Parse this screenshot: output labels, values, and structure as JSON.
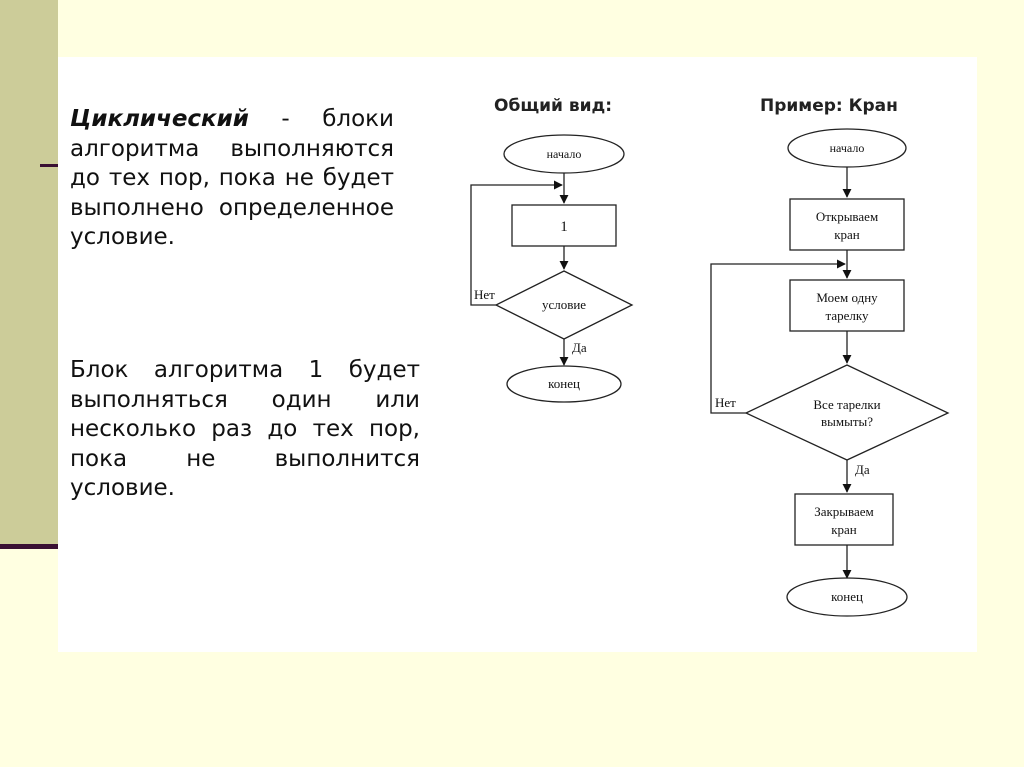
{
  "slide": {
    "definition": {
      "term": "Циклический",
      "rest": " - блоки алгоритма выполняются до тех пор, пока не будет выполнено определенное условие."
    },
    "explanation": "Блок алгоритма 1 будет выполняться один или несколько раз до тех пор, пока не выполнится условие.",
    "general": {
      "heading": "Общий вид:",
      "start": "начало",
      "block": "1",
      "condition": "условие",
      "no": "Нет",
      "yes": "Да",
      "end": "конец"
    },
    "example": {
      "heading": "Пример: Кран",
      "start": "начало",
      "open_line1": "Открываем",
      "open_line2": "кран",
      "wash_line1": "Моем одну",
      "wash_line2": "тарелку",
      "cond_line1": "Все тарелки",
      "cond_line2": "вымыты?",
      "no": "Нет",
      "yes": "Да",
      "close_line1": "Закрываем",
      "close_line2": "кран",
      "end": "конец"
    }
  },
  "colors": {
    "background": "#ffffe1",
    "side_bar": "#cccc99",
    "accent_rule": "#3a1033",
    "content": "#ffffff"
  }
}
